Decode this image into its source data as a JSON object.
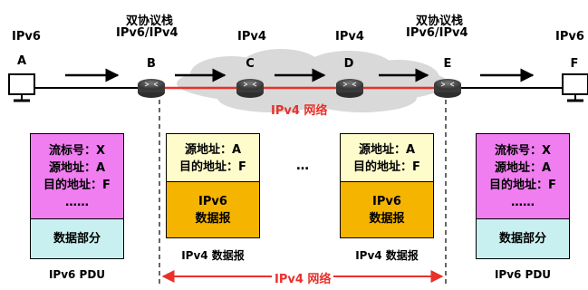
{
  "top": {
    "left_proto": "IPv6",
    "stack_left_line1": "双协议栈",
    "stack_left_line2": "IPv6/IPv4",
    "mid_proto_c": "IPv4",
    "mid_proto_d": "IPv4",
    "stack_right_line1": "双协议栈",
    "stack_right_line2": "IPv6/IPv4",
    "right_proto": "IPv6"
  },
  "nodes": [
    "A",
    "B",
    "C",
    "D",
    "E",
    "F"
  ],
  "cloud_label": "IPv4 网络",
  "bottom_label": "IPv4 网络",
  "ipv6_pdu_left": {
    "lines": [
      "流标号：X",
      "源地址：A",
      "目的地址：F",
      "……"
    ],
    "data_part": "数据部分",
    "caption": "IPv6 PDU"
  },
  "ipv4_packet_left": {
    "header": [
      "源地址：A",
      "目的地址：F"
    ],
    "payload": [
      "IPv6",
      "数据报"
    ],
    "caption": "IPv4 数据报"
  },
  "ellipsis": "…",
  "ipv4_packet_right": {
    "header": [
      "源地址：A",
      "目的地址：F"
    ],
    "payload": [
      "IPv6",
      "数据报"
    ],
    "caption": "IPv4 数据报"
  },
  "ipv6_pdu_right": {
    "lines": [
      "流标号：X",
      "源地址：A",
      "目的地址：F",
      "……"
    ],
    "data_part": "数据部分",
    "caption": "IPv6 PDU"
  },
  "colors": {
    "pdu_header": "#f07ef0",
    "pdu_data": "#c8f0f0",
    "ipv4_header": "#fffccc",
    "ipv4_payload": "#f5b400",
    "link_red": "#e8312a",
    "cloud": "#d6d6d6",
    "router": "#4a4a4a"
  }
}
